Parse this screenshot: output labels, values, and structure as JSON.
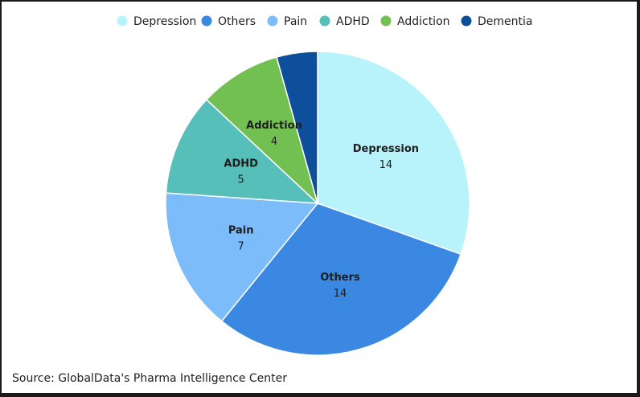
{
  "chart_data": {
    "type": "pie",
    "categories": [
      "Depression",
      "Others",
      "Pain",
      "ADHD",
      "Addiction",
      "Dementia"
    ],
    "values": [
      14,
      14,
      7,
      5,
      4,
      2
    ],
    "colors": [
      "#b8f3fb",
      "#3a88e2",
      "#7dbcfb",
      "#57bfba",
      "#73c052",
      "#0d4f9b"
    ],
    "show_labels": [
      true,
      true,
      true,
      true,
      true,
      false
    ],
    "legend_position": "top"
  },
  "source": "Source: GlobalData's Pharma Intelligence Center"
}
